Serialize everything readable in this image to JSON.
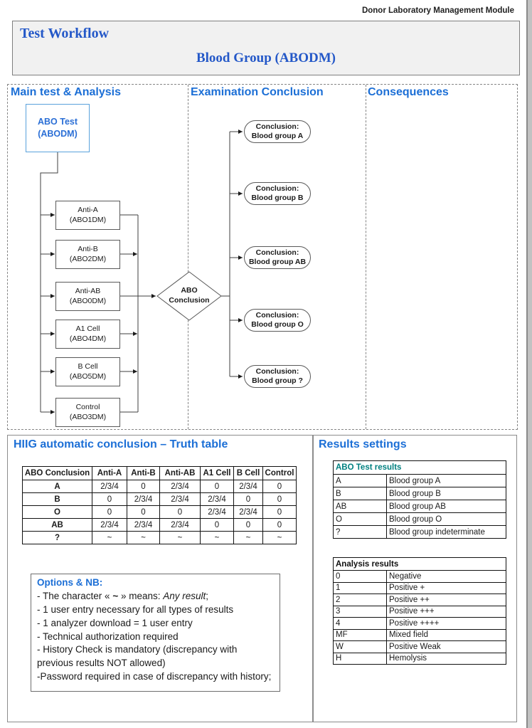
{
  "colors": {
    "accent_blue": "#1c6fd6",
    "title_blue": "#2458c8",
    "node_blue_border": "#5aa2dc",
    "node_blue_text": "#2b6fd6",
    "teal": "#008080"
  },
  "header": {
    "module_title": "Donor Laboratory Management Module"
  },
  "title_block": {
    "workflow_label": "Test Workflow",
    "test_title": "Blood Group (ABODM)"
  },
  "diagram": {
    "column_headers": [
      "Main test & Analysis",
      "Examination Conclusion",
      "Consequences"
    ],
    "root_node": {
      "line1": "ABO Test",
      "line2": "(ABODM)"
    },
    "analysis_nodes": [
      {
        "line1": "Anti-A",
        "line2": "(ABO1DM)"
      },
      {
        "line1": "Anti-B",
        "line2": "(ABO2DM)"
      },
      {
        "line1": "Anti-AB",
        "line2": "(ABO0DM)"
      },
      {
        "line1": "A1 Cell",
        "line2": "(ABO4DM)"
      },
      {
        "line1": "B Cell",
        "line2": "(ABO5DM)"
      },
      {
        "line1": "Control",
        "line2": "(ABO3DM)"
      }
    ],
    "decision_node": {
      "line1": "ABO",
      "line2": "Conclusion"
    },
    "conclusion_nodes": [
      {
        "line1": "Conclusion:",
        "line2": "Blood group A"
      },
      {
        "line1": "Conclusion:",
        "line2": "Blood group B"
      },
      {
        "line1": "Conclusion:",
        "line2": "Blood group AB"
      },
      {
        "line1": "Conclusion:",
        "line2": "Blood group O"
      },
      {
        "line1": "Conclusion:",
        "line2": "Blood group ?"
      }
    ]
  },
  "truth_section": {
    "title": "HIIG automatic conclusion – Truth table",
    "table": {
      "headers": [
        "ABO Conclusion",
        "Anti-A",
        "Anti-B",
        "Anti-AB",
        "A1 Cell",
        "B Cell",
        "Control"
      ],
      "rows": [
        {
          "label": "A",
          "values": [
            "2/3/4",
            "0",
            "2/3/4",
            "0",
            "2/3/4",
            "0"
          ]
        },
        {
          "label": "B",
          "values": [
            "0",
            "2/3/4",
            "2/3/4",
            "2/3/4",
            "0",
            "0"
          ]
        },
        {
          "label": "O",
          "values": [
            "0",
            "0",
            "0",
            "2/3/4",
            "2/3/4",
            "0"
          ]
        },
        {
          "label": "AB",
          "values": [
            "2/3/4",
            "2/3/4",
            "2/3/4",
            "0",
            "0",
            "0"
          ]
        },
        {
          "label": "?",
          "values": [
            "~",
            "~",
            "~",
            "~",
            "~",
            "~"
          ]
        }
      ]
    },
    "options_box": {
      "title": "Options & NB:",
      "line1": {
        "pre": "- The character « ",
        "tilde": "~",
        "mid": " » means: ",
        "italic": "Any result",
        "post": ";"
      },
      "lines": [
        "- 1 user entry necessary for all types of results",
        "- 1 analyzer download = 1 user entry",
        "- Technical authorization required",
        "- History Check is mandatory (discrepancy with previous results NOT allowed)",
        "-Password required in case of discrepancy with history;"
      ]
    }
  },
  "results_section": {
    "title": "Results settings",
    "abo_table": {
      "header": "ABO Test results",
      "rows": [
        [
          "A",
          "Blood group A"
        ],
        [
          "B",
          "Blood group B"
        ],
        [
          "AB",
          "Blood group AB"
        ],
        [
          "O",
          "Blood group O"
        ],
        [
          "?",
          "Blood group indeterminate"
        ]
      ]
    },
    "analysis_table": {
      "header": "Analysis results",
      "rows": [
        [
          "0",
          "Negative"
        ],
        [
          "1",
          "Positive +"
        ],
        [
          "2",
          "Positive ++"
        ],
        [
          "3",
          "Positive +++"
        ],
        [
          "4",
          "Positive ++++"
        ],
        [
          "MF",
          "Mixed field"
        ],
        [
          "W",
          "Positive Weak"
        ],
        [
          "H",
          "Hemolysis"
        ]
      ]
    }
  }
}
